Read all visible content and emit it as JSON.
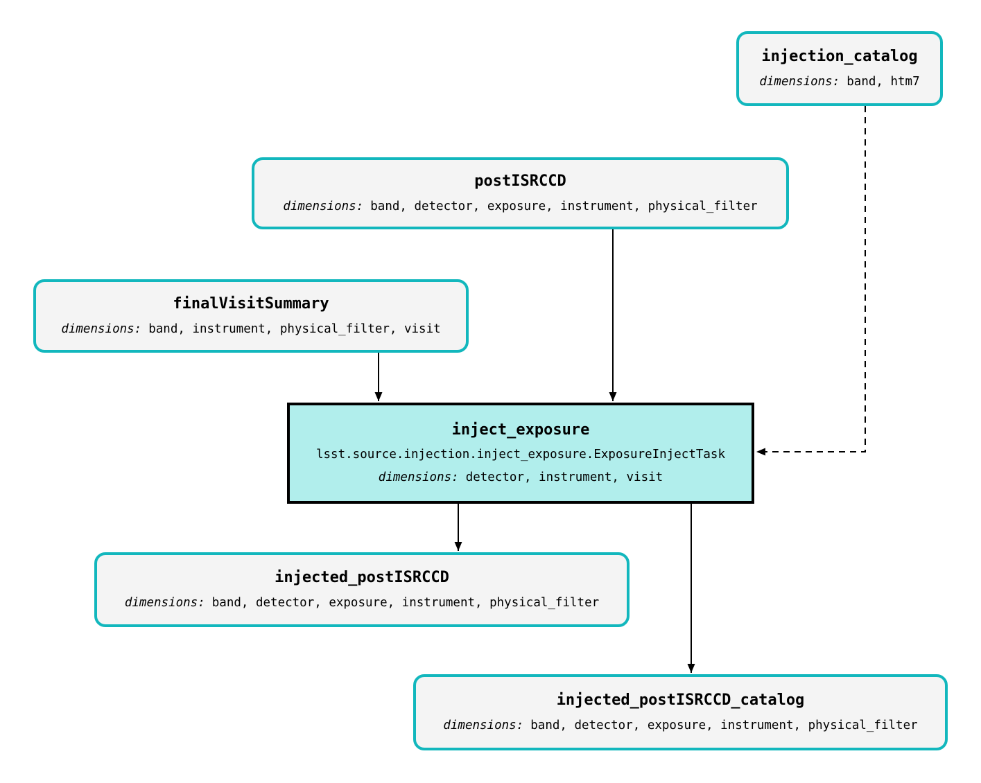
{
  "diagram_type": "pipeline-task-graph",
  "colors": {
    "teal_border": "#12b7bd",
    "dataset_fill": "#f4f4f4",
    "task_fill": "#b1eeec",
    "task_border": "#000000",
    "edge": "#000000",
    "background": "#ffffff"
  },
  "nodes": {
    "injection_catalog": {
      "title": "injection_catalog",
      "dim_label": "dimensions:",
      "dims": "band, htm7"
    },
    "postISRCCD": {
      "title": "postISRCCD",
      "dim_label": "dimensions:",
      "dims": "band, detector, exposure, instrument, physical_filter"
    },
    "finalVisitSummary": {
      "title": "finalVisitSummary",
      "dim_label": "dimensions:",
      "dims": "band, instrument, physical_filter, visit"
    },
    "inject_exposure": {
      "title": "inject_exposure",
      "task_class": "lsst.source.injection.inject_exposure.ExposureInjectTask",
      "dim_label": "dimensions:",
      "dims": "detector, instrument, visit"
    },
    "injected_postISRCCD": {
      "title": "injected_postISRCCD",
      "dim_label": "dimensions:",
      "dims": "band, detector, exposure, instrument, physical_filter"
    },
    "injected_postISRCCD_catalog": {
      "title": "injected_postISRCCD_catalog",
      "dim_label": "dimensions:",
      "dims": "band, detector, exposure, instrument, physical_filter"
    }
  },
  "edges": [
    {
      "from": "postISRCCD",
      "to": "inject_exposure",
      "style": "solid"
    },
    {
      "from": "finalVisitSummary",
      "to": "inject_exposure",
      "style": "solid"
    },
    {
      "from": "injection_catalog",
      "to": "inject_exposure",
      "style": "dashed"
    },
    {
      "from": "inject_exposure",
      "to": "injected_postISRCCD",
      "style": "solid"
    },
    {
      "from": "inject_exposure",
      "to": "injected_postISRCCD_catalog",
      "style": "solid"
    }
  ]
}
